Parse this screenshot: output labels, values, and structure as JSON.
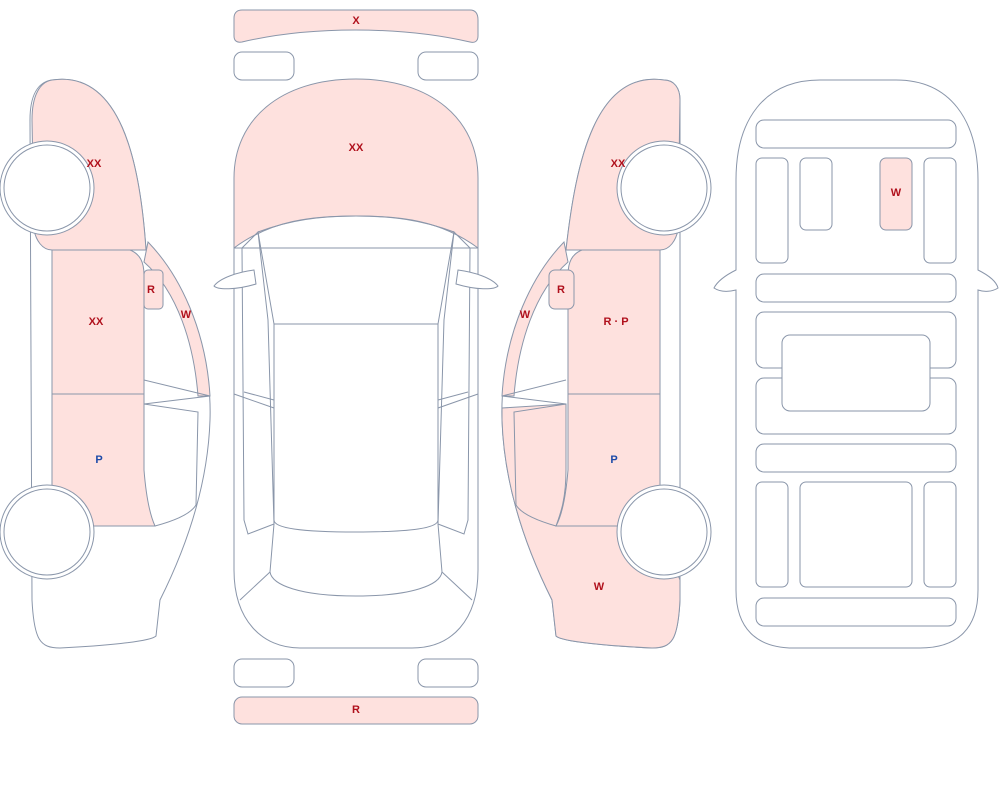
{
  "colors": {
    "outline": "#8a96aa",
    "damaged_fill": "#fee1de",
    "code_red": "#b0101c",
    "code_blue": "#1c4aa8"
  },
  "labels": {
    "front_bumper": "X",
    "hood": "XX",
    "rear_bumper": "R",
    "left_front_fender": "XX",
    "left_front_door": "XX",
    "left_mirror": "R",
    "left_pillar": "W",
    "left_rear_door": "P",
    "right_front_fender": "XX",
    "right_pillar": "W",
    "right_mirror": "R",
    "right_front_door": "R · P",
    "right_rear_door": "P",
    "right_rear_quarter": "W",
    "underbody_panel": "W"
  }
}
